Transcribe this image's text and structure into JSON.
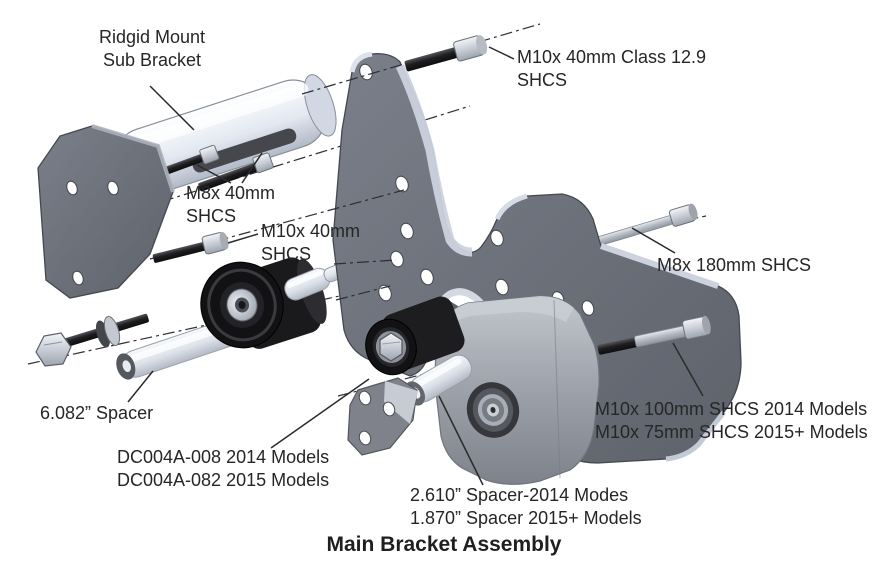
{
  "diagram": {
    "title": "Main Bracket Assembly",
    "labels": {
      "sub_bracket": {
        "lines": [
          "Ridgid Mount",
          "Sub Bracket"
        ]
      },
      "m10_40_class": {
        "lines": [
          "M10x 40mm Class 12.9",
          "SHCS"
        ]
      },
      "m8_40": {
        "lines": [
          "M8x 40mm",
          "SHCS"
        ]
      },
      "m10_40": {
        "lines": [
          "M10x 40mm",
          "SHCS"
        ]
      },
      "m8_180": {
        "lines": [
          "M8x 180mm SHCS"
        ]
      },
      "m10_100_75": {
        "lines": [
          "M10x 100mm SHCS 2014 Models",
          "M10x 75mm SHCS 2015+ Models"
        ]
      },
      "spacer_6082": {
        "lines": [
          "6.082” Spacer"
        ]
      },
      "dc004a": {
        "lines": [
          "DC004A-008 2014 Models",
          "DC004A-082 2015 Models"
        ]
      },
      "spacer_2610": {
        "lines": [
          "2.610” Spacer-2014 Modes",
          "1.870” Spacer 2015+ Models"
        ]
      }
    },
    "colors": {
      "background": "#ffffff",
      "text": "#262626",
      "bracket_face": "#6e727c",
      "bracket_edge_highlight": "#ccd2de",
      "dark_rubber": "#1b1b1e",
      "metal_light": "#dfe3ea",
      "housing_gray": "#a3a7ae",
      "centerline": "#2f2f33"
    }
  }
}
